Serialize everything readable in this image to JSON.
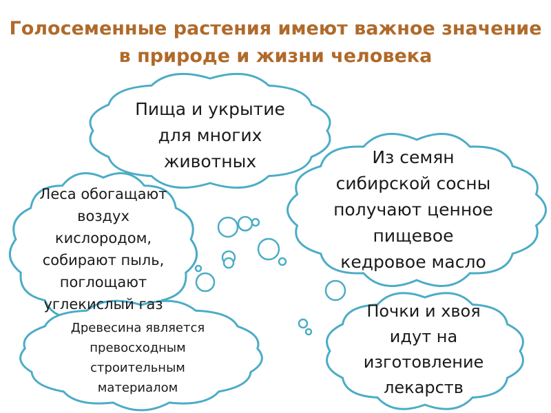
{
  "title": {
    "line1": "Голосеменные растения имеют важное значение",
    "line2": "в природе и жизни человека"
  },
  "clouds": {
    "food": {
      "lines": [
        "Пища и укрытие",
        "для многих",
        "животных"
      ]
    },
    "pine": {
      "lines": [
        "Из семян",
        "сибирской сосны",
        "получают ценное",
        "пищевое",
        "кедровое масло"
      ]
    },
    "forest": {
      "lines": [
        "Леса обогащают",
        "воздух",
        "кислородом,",
        "собирают пыль,",
        "поглощают",
        "углекислый газ"
      ]
    },
    "wood": {
      "lines": [
        "Древесина является",
        "превосходным",
        "строительным",
        "материалом"
      ]
    },
    "buds": {
      "lines": [
        "Почки и хвоя",
        "идут на",
        "изготовление",
        "лекарств"
      ]
    }
  },
  "colors": {
    "title": "#b06a2a",
    "outline": "#4bacc6",
    "text": "#1a1a1a"
  }
}
